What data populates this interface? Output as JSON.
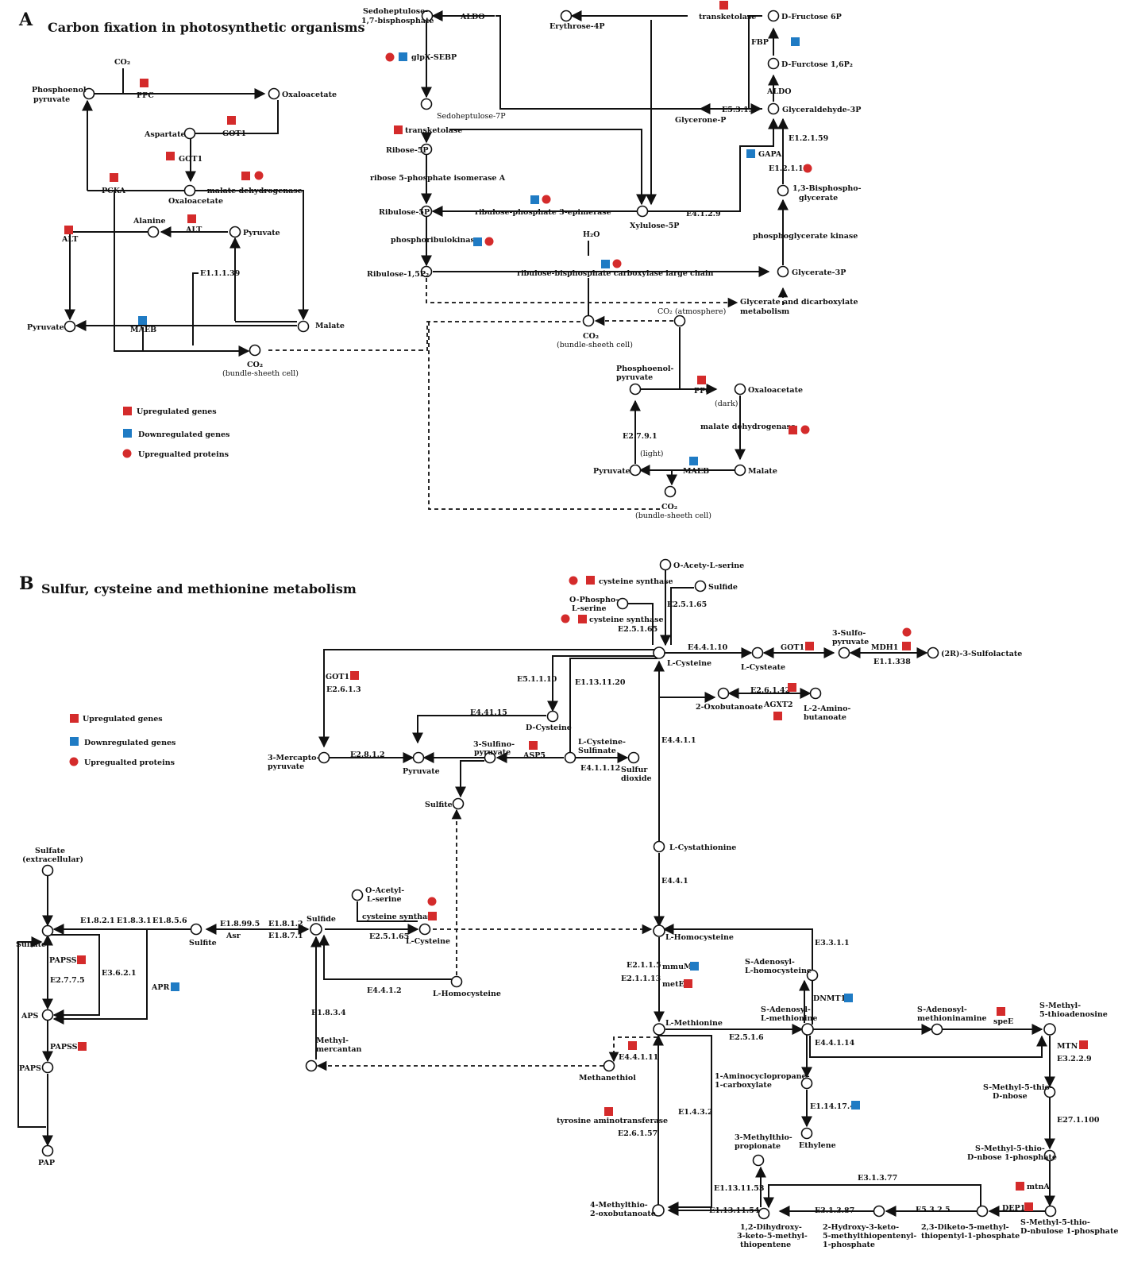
{
  "colors": {
    "up_gene": "#d42b2b",
    "down_gene": "#1f7bc4",
    "up_protein": "#d42b2b",
    "line": "#111111"
  },
  "panelA": {
    "letter": "A",
    "title": "Carbon fixation in photosynthetic organisms",
    "legend": {
      "up_genes": "Upregulated genes",
      "down_genes": "Downregulated genes",
      "up_proteins": "Upregualted proteins"
    },
    "nodes": {
      "pep1a": "Phosphoenol",
      "pep1b": "pyruvate",
      "co2_top": "CO₂",
      "oaa1": "Oxaloacetate",
      "aspartate": "Aspartate",
      "oaa2": "Oxaloacetate",
      "alanine": "Alanine",
      "pyruvate_mid": "Pyruvate",
      "pyruvate_left": "Pyruvate",
      "malate": "Malate",
      "co2_bs1": "CO₂",
      "co2_bs1b": "(bundle-sheeth cell)",
      "sedo_bpa": "Sedoheptulose-",
      "sedo_bpb": "1,7-bisphosphate",
      "ery4p": "Erythrose-4P",
      "dfru6p": "D-Fructose 6P",
      "dfru16": "D-Furctose 1,6P₂",
      "sedo7p": "Sedoheptulose-7P",
      "glyc3p_top": "Glyceraldehyde-3P",
      "glyceroneP": "Glycerone-P",
      "ribose5p": "Ribose-5P",
      "ribulose5p": "Ribulose-5P",
      "xylulose5p": "Xylulose-5P",
      "bisphos_a": "1,3-Bisphospho-",
      "bisphos_b": "glycerate",
      "h2o": "H₂O",
      "rubp": "Ribulose-1,5P₂",
      "glycerate3p": "Glycerate-3P",
      "glycerate_meta_a": "Glycerate and dicarboxylate",
      "glycerate_meta_b": "metabolism",
      "co2_bs2": "CO₂",
      "co2_bs2b": "(bundle-sheeth cell)",
      "co2_atm": "CO₂ (atmosphere)",
      "pep2a": "Phosphoenol-",
      "pep2b": "pyruvate",
      "oaa3": "Oxaloacetate",
      "dark": "(dark)",
      "light": "(light)",
      "pyruvate2": "Pyruvate",
      "malate2": "Malate",
      "co2_bs3": "CO₂",
      "co2_bs3b": "(bundle-sheeth cell)"
    },
    "enzymes": {
      "ppc1": "PPC",
      "got1a": "GOT1",
      "got1b": "GOT1",
      "pcka": "PCKA",
      "mdh1": "malate dehydrogenase",
      "alt1": "ALT",
      "alt2": "ALT",
      "e11139": "E1.1.1.39",
      "maeb1": "MAEB",
      "aldo1": "ALDO",
      "transk1": "transketolase",
      "fbp": "FBP",
      "aldo2": "ALDO",
      "glpx": "glpX-SEBP",
      "transk2": "transketolase",
      "e5311": "E5.3.1.1",
      "e12159": "E1.2.1.59",
      "gapa": "GAPA",
      "e12112": "E1.2.1.12",
      "r5pi": "ribose 5-phosphate isomerase A",
      "rpe": "ribulose-phosphate 3-epimerase",
      "e4129": "E4.1.2.9",
      "prk": "phosphoribulokinase",
      "pgk": "phosphoglycerate kinase",
      "rubisco": "ribulose-bisphosphate carboxylase large chain",
      "ppc2": "PPC",
      "mdh2": "malate dehydrogenase",
      "e2791": "E2.7.9.1",
      "maeb2": "MAEB"
    }
  },
  "panelB": {
    "letter": "B",
    "title": "Sulfur,  cysteine and methionine metabolism",
    "legend": {
      "up_genes": "Upregulated genes",
      "down_genes": "Downregulated genes",
      "up_proteins": "Upregualted proteins"
    },
    "nodes": {
      "oacetyl1": "O-Acety-L-serine",
      "sulfide1": "Sulfide",
      "ophospho_a": "O-Phospho-",
      "ophospho_b": "L-serine",
      "lcys": "L-Cysteine",
      "lcysteate": "L-Cysteate",
      "sulfopyr_a": "3-Sulfo-",
      "sulfopyr_b": "pyruvate",
      "sulfolactate": "(2R)-3-Sulfolactate",
      "oxobut": "2-Oxobutanoate",
      "aminobut_a": "L-2-Amino-",
      "aminobut_b": "butanoate",
      "dcys": "D-Cysteine",
      "mercapto_a": "3-Mercapto-",
      "mercapto_b": "pyruvate",
      "pyruvate": "Pyruvate",
      "sulfino_a": "3-Sulfino-",
      "sulfino_b": "pyruvate",
      "lcyssulf_a": "L-Cysteine-",
      "lcyssulf_b": "Sulfinate",
      "so2_a": "Sulfur",
      "so2_b": "dioxide",
      "sulfite1": "Sulfite",
      "lcysta": "L-Cystathionine",
      "sulfate_ex_a": "Sulfate",
      "sulfate_ex_b": "(extracellular)",
      "sulfate": "Sulfate",
      "sulfite2": "Sulfite",
      "sulfide2": "Sulfide",
      "oacetyl2_a": "O-Acetyl-",
      "oacetyl2_b": "L-serine",
      "lcys2": "L-Cysteine",
      "lhcys1": "L-Homocysteine",
      "lhcys2": "L-Homocysteine",
      "aps": "APS",
      "paps": "PAPS",
      "pap": "PAP",
      "methylmerc_a": "Methyl-",
      "methylmerc_b": "mercantan",
      "methanethiol": "Methanethiol",
      "sah_a": "S-Adenosyl-",
      "sah_b": "L-homocysteine",
      "lmet": "L-Methionine",
      "sam_a": "S-Adenosyl-",
      "sam_b": "L-methionine",
      "samine_a": "S-Adenosyl-",
      "samine_b": "methioninamine",
      "mta_a": "S-Methyl-",
      "mta_b": "5-thioadenosine",
      "acc_a": "1-Aminocyclopropane-",
      "acc_b": "1-carboxylate",
      "ethylene": "Ethylene",
      "mtr_a": "S-Methyl-5-thio-",
      "mtr_b": "D-nbose",
      "mtr1p_a": "S-Methyl-5-thio-",
      "mtr1p_b": "D-nbose 1-phosphate",
      "mtru1p_a": "S-Methyl-5-thio-",
      "mtru1p_b": "D-nbulose 1-phosphate",
      "mtprop_a": "3-Methylthio-",
      "mtprop_b": "propionate",
      "mtob_a": "4-Methylthio-",
      "mtob_b": "2-oxobutanoate",
      "dhk_a": "1,2-Dihydroxy-",
      "dhk_b": "3-keto-5-methyl-",
      "dhk_c": "thiopentene",
      "hk_a": "2-Hydroxy-3-keto-",
      "hk_b": "5-methylthiopentenyl-",
      "hk_c": "1-phosphate",
      "dk_a": "2,3-Diketo-5-methyl-",
      "dk_b": "thiopentyl-1-phosphate"
    },
    "enzymes": {
      "cysK1": "cysteine synthase",
      "e25165a": "E2.5.1.65",
      "cysK2": "cysteine synthase",
      "e25165b": "E2.5.1.65",
      "e44110": "E4.4.1.10",
      "got1a": "GOT1",
      "mdh1": "MDH1",
      "e11338": "E1.1.338",
      "got1b": "GOT1",
      "e2613": "E2.6.1.3",
      "e51110": "E5.1.1.10",
      "e1131120": "E1.13.11.20",
      "e26142": "E2.6.1.42",
      "agxt2": "AGXT2",
      "e44115": "E4.41.15",
      "e4411": "E4.4.1.1",
      "e2812": "E2.8.1.2",
      "asp5": "ASP5",
      "e41112": "E4.1.1.12",
      "e441": "E4.4.1",
      "e1821": "E1.8.2.1",
      "e1831": "E1.8.3.1",
      "e1856": "E1.8.5.6",
      "e18995": "E1.8.99.5",
      "asr": "Asr",
      "e1812": "E1.8.1.2",
      "e1871": "E1.8.7.1",
      "cysK3": "cysteine synthase",
      "e25165c": "E2.5.1.65",
      "papss1": "PAPSS",
      "e2775": "E2.7.7.5",
      "e3621": "E3.6.2.1",
      "apr": "APR",
      "papss2": "PAPSS",
      "e4412": "E4.4.1.2",
      "e2115": "E2.1.1.5",
      "mmum": "mmuM",
      "e21113": "E2.1.1.13",
      "mete": "metE",
      "e3311": "E3.3.1.1",
      "dnmt1": "DNMT1",
      "e1834": "E1.8.3.4",
      "e25106": "E2.5.1.6",
      "spee": "speE",
      "e44111": "E4.4.1.11",
      "e44114": "E4.4.1.14",
      "mtn": "MTN",
      "e3229": "E3.2.2.9",
      "tat": "tyrosine aminotransferase",
      "e26157": "E2.6.1.57",
      "e1432": "E1.4.3.2",
      "e114174": "E1.14.17.4",
      "e271100": "E27.1.100",
      "e1131153a": "E1.13.11.53",
      "e1131154": "E1.13.11.54",
      "e31377": "E3.1.3.77",
      "mtna": "mtnA",
      "e31387": "E3.1.3.87",
      "e5325": "E5.3.2.5",
      "dep1": "DEP1"
    }
  }
}
